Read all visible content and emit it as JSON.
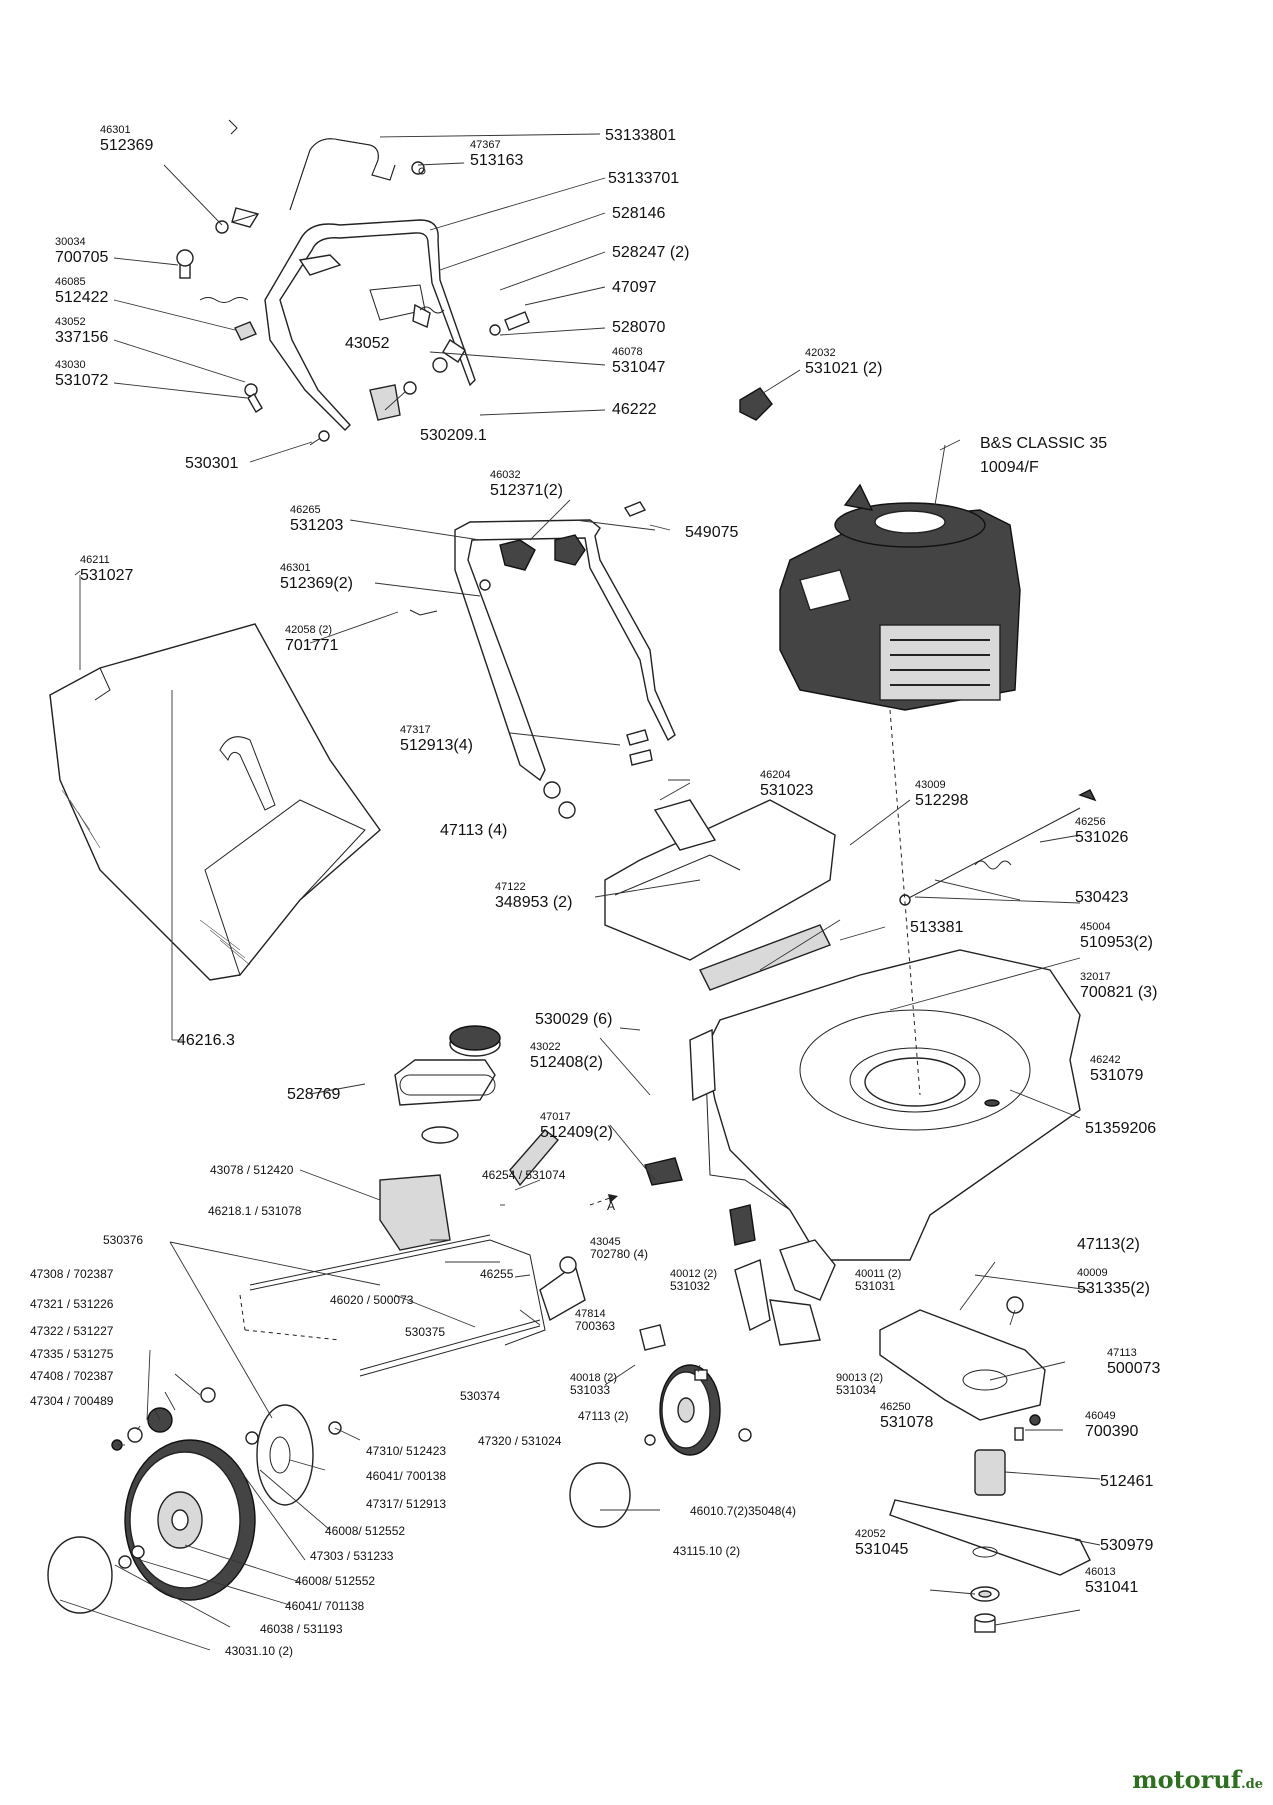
{
  "watermark": {
    "text": "motoruf",
    "tld": ".de",
    "color": "#2e6e20"
  },
  "engine": {
    "line1": "B&S CLASSIC 35",
    "line2": "10094/F"
  },
  "labels": [
    {
      "id": "l1",
      "ref": "53133801"
    },
    {
      "id": "l2",
      "small": "46301",
      "ref": "512369"
    },
    {
      "id": "l3",
      "small": "47367",
      "ref": "513163"
    },
    {
      "id": "l4",
      "ref": "53133701"
    },
    {
      "id": "l5",
      "ref": "528146"
    },
    {
      "id": "l6",
      "ref": "528247 (2)"
    },
    {
      "id": "l7",
      "small": "30034",
      "ref": "700705"
    },
    {
      "id": "l8",
      "ref": "47097"
    },
    {
      "id": "l9",
      "small": "46085",
      "ref": "512422"
    },
    {
      "id": "l10",
      "ref": "528070"
    },
    {
      "id": "l11",
      "small": "43052",
      "ref": "337156"
    },
    {
      "id": "l12",
      "ref": "43052"
    },
    {
      "id": "l13",
      "small": "46078",
      "ref": "531047"
    },
    {
      "id": "l14",
      "small": "43030",
      "ref": "531072"
    },
    {
      "id": "l15",
      "ref": "46222"
    },
    {
      "id": "l16",
      "small": "42032",
      "ref": "531021 (2)"
    },
    {
      "id": "l17",
      "ref": "530209.1"
    },
    {
      "id": "l18",
      "ref": "530301"
    },
    {
      "id": "l19",
      "small": "46032",
      "ref": "512371(2)"
    },
    {
      "id": "l20",
      "small": "46265",
      "ref": "531203"
    },
    {
      "id": "l21",
      "ref": "549075"
    },
    {
      "id": "l22",
      "small": "46211",
      "ref": "531027"
    },
    {
      "id": "l23",
      "small": "46301",
      "ref": "512369(2)"
    },
    {
      "id": "l24",
      "small": "42058 (2)",
      "ref": "701771"
    },
    {
      "id": "l25",
      "small": "47317",
      "ref": "512913(4)"
    },
    {
      "id": "l26",
      "small": "46204",
      "ref": "531023"
    },
    {
      "id": "l27",
      "ref": "47113 (4)"
    },
    {
      "id": "l28",
      "small": "43009",
      "ref": "512298"
    },
    {
      "id": "l29",
      "small": "46256",
      "ref": "531026"
    },
    {
      "id": "l30",
      "small": "47122",
      "ref": "348953 (2)"
    },
    {
      "id": "l31",
      "ref": "530423"
    },
    {
      "id": "l32",
      "ref": "513381"
    },
    {
      "id": "l33",
      "small": "45004",
      "ref": "510953(2)"
    },
    {
      "id": "l34",
      "small": "32017",
      "ref": "700821 (3)"
    },
    {
      "id": "l35",
      "ref": "46216.3"
    },
    {
      "id": "l36",
      "ref": "530029 (6)"
    },
    {
      "id": "l37",
      "small": "46242",
      "ref": "531079"
    },
    {
      "id": "l38",
      "ref": "528769"
    },
    {
      "id": "l39",
      "small": "43022",
      "ref": "512408(2)"
    },
    {
      "id": "l40",
      "ref": "51359206"
    },
    {
      "id": "l41",
      "small": "47017",
      "ref": "512409(2)"
    },
    {
      "id": "l42",
      "small": "43078 / 512420"
    },
    {
      "id": "l43",
      "small": "46254 / 531074"
    },
    {
      "id": "l44",
      "small": "46218.1 / 531078"
    },
    {
      "id": "l45",
      "small": "530376"
    },
    {
      "id": "l46",
      "ref": "47113(2)"
    },
    {
      "id": "l47",
      "small": "43045",
      "small2": "702780 (4)"
    },
    {
      "id": "l48",
      "small": "47308 / 702387"
    },
    {
      "id": "l49",
      "small": "46255"
    },
    {
      "id": "l50",
      "small": "40009",
      "ref": "531335(2)"
    },
    {
      "id": "l51",
      "small": "40012 (2)",
      "small2": "531032"
    },
    {
      "id": "l52",
      "small": "40011 (2)",
      "small2": "531031"
    },
    {
      "id": "l53",
      "small": "46020 / 500073"
    },
    {
      "id": "l54",
      "small": "47321 / 531226"
    },
    {
      "id": "l55",
      "small": "47814",
      "small2": "700363"
    },
    {
      "id": "l56",
      "small": "47322 / 531227"
    },
    {
      "id": "l57",
      "small": "530375"
    },
    {
      "id": "l58",
      "small": "47335 / 531275"
    },
    {
      "id": "l59",
      "small": "47113",
      "ref": "500073"
    },
    {
      "id": "l60",
      "small": "47408 / 702387"
    },
    {
      "id": "l61",
      "small": "40018 (2)",
      "small2": "531033"
    },
    {
      "id": "l62",
      "small": "90013 (2)",
      "small2": "531034"
    },
    {
      "id": "l63",
      "small": "47304 / 700489"
    },
    {
      "id": "l64",
      "small": "530374"
    },
    {
      "id": "l65",
      "small": "46250",
      "ref": "531078"
    },
    {
      "id": "l66",
      "small": "47113 (2)"
    },
    {
      "id": "l67",
      "small": "46049",
      "ref": "700390"
    },
    {
      "id": "l68",
      "small": "47310/ 512423"
    },
    {
      "id": "l69",
      "small": "47320 / 531024"
    },
    {
      "id": "l70",
      "small": "46041/ 700138"
    },
    {
      "id": "l71",
      "small": "46010.7(2)"
    },
    {
      "id": "l72",
      "small": "35048(4)"
    },
    {
      "id": "l73",
      "ref": "512461"
    },
    {
      "id": "l74",
      "small": "47317/ 512913"
    },
    {
      "id": "l75",
      "small": "43115.10 (2)"
    },
    {
      "id": "l76",
      "ref": "530979"
    },
    {
      "id": "l77",
      "small": "46008/ 512552"
    },
    {
      "id": "l78",
      "small": "47303 / 531233"
    },
    {
      "id": "l79",
      "small": "42052",
      "ref": "531045"
    },
    {
      "id": "l80",
      "small": "46008/ 512552"
    },
    {
      "id": "l81",
      "small": "46041/ 701138"
    },
    {
      "id": "l82",
      "small": "46013",
      "ref": "531041"
    },
    {
      "id": "l83",
      "small": "46038 / 531193"
    },
    {
      "id": "l84",
      "small": "43031.10  (2)"
    }
  ],
  "markers": {
    "arrowA": "A"
  }
}
